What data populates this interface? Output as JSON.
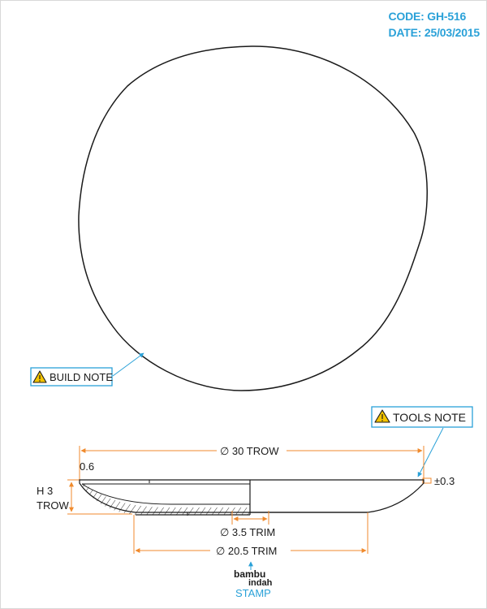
{
  "header": {
    "code": "CODE: GH-516",
    "date": "DATE: 25/03/2015"
  },
  "notes": {
    "build": "BUILD NOTE",
    "tools": "TOOLS NOTE"
  },
  "dimensions": {
    "overall_diameter": "∅ 30 TROW",
    "rim_thickness": "0.6",
    "tolerance": "±0.3",
    "height_line1": "H 3",
    "height_line2": "TROW",
    "inner_trim": "∅ 3.5 TRIM",
    "base_trim": "∅ 20.5 TRIM"
  },
  "stamp": {
    "line1": "bambu",
    "line2": "indah",
    "label": "STAMP"
  },
  "colors": {
    "accent": "#2aa1d8",
    "dimension": "#f08a2c",
    "outline": "#1a1a1a",
    "warning": "#f4c400"
  }
}
